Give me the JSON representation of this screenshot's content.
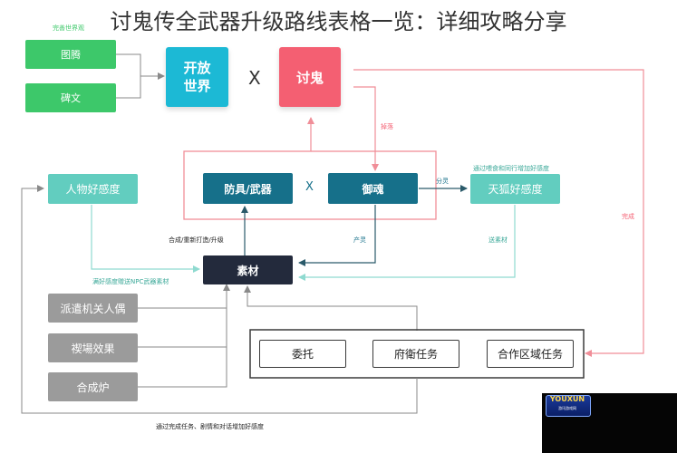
{
  "title": "讨鬼传全武器升级路线表格一览：详细攻略分享",
  "nodes": {
    "tuteng": "图腾",
    "beiwen": "碑文",
    "kaifang_shijie": "开放\n世界",
    "taogui": "讨鬼",
    "fangju_wuqi": "防具/武器",
    "yuhun": "御魂",
    "renwu_haogan": "人物好感度",
    "tianhu_haogan": "天狐好感度",
    "sucai": "素材",
    "paiqian": "派遣机关人偶",
    "xieshang": "禊場效果",
    "hechenglu": "合成炉",
    "weituo": "委托",
    "fuwei_renwu": "府衛任务",
    "hezuo_renwu": "合作区域任务"
  },
  "operators": {
    "x1": "X",
    "x2": "X"
  },
  "labels": {
    "wancheng_top_left": "完善世界观",
    "diaoluo": "掉落",
    "fenling": "分灵",
    "tianhu_note": "通过喂食和同行增加好感度",
    "wancheng_right": "完成",
    "hecheng": "合成/重新打造/升级",
    "chanling": "产灵",
    "songsucai": "送素材",
    "manhaogan": "满好感度赠送NPC武器素材",
    "bottom_note": "通过完成任务、剧情和对话增加好感度"
  },
  "logo": {
    "brand": "YOUXUN",
    "sub": "游讯游戏网"
  },
  "colors": {
    "green": "#3dc86a",
    "cyan": "#1cb9d5",
    "red": "#f45f72",
    "dark_teal": "#16708a",
    "light_teal": "#62cdbf",
    "gray": "#9b9b9b",
    "dark": "#232a3c",
    "arrow_red": "#f08e98",
    "arrow_gray": "#8a8a8a",
    "arrow_teal": "#8fdad0"
  }
}
